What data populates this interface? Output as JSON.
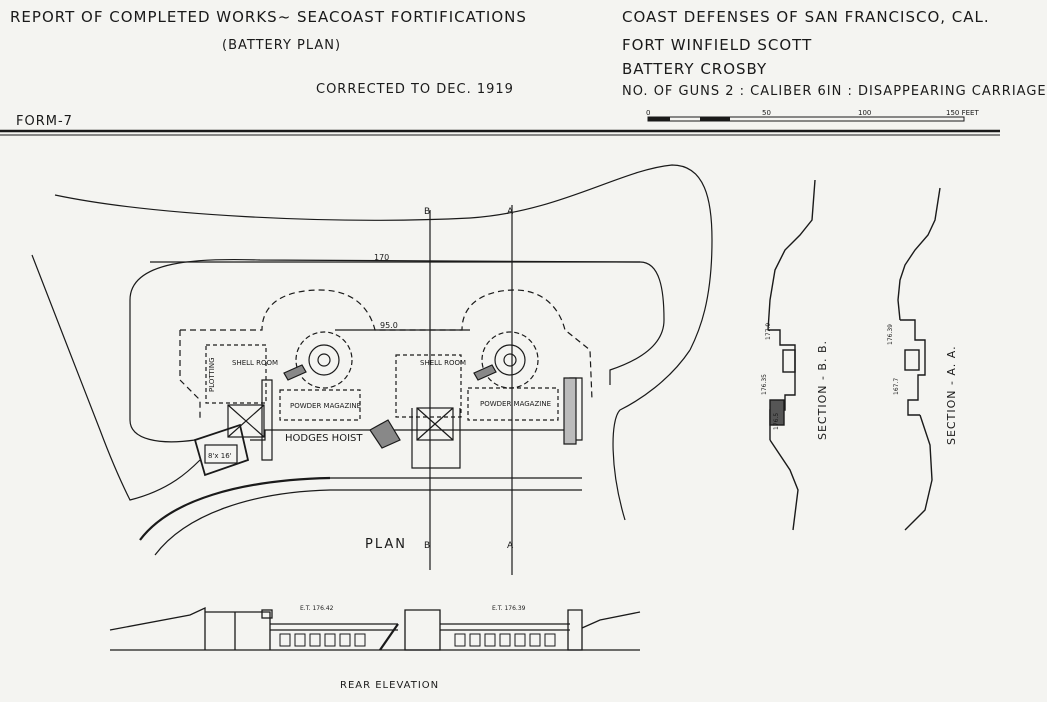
{
  "header": {
    "report_title": "REPORT OF COMPLETED WORKS~ SEACOAST FORTIFICATIONS",
    "plan_type": "(BATTERY PLAN)",
    "corrected": "CORRECTED TO DEC. 1919",
    "form": "FORM-7",
    "defenses": "COAST DEFENSES OF SAN FRANCISCO, CAL.",
    "fort": "FORT WINFIELD SCOTT",
    "battery": "BATTERY CROSBY",
    "guns": "NO. OF GUNS 2 : CALIBER 6IN : DISAPPEARING CARRIAGE"
  },
  "scale_bar": {
    "labels": [
      "0",
      "50",
      "100",
      "150 FEET"
    ]
  },
  "plan": {
    "title": "PLAN",
    "section_marks": [
      "B",
      "A",
      "B",
      "A"
    ],
    "elevation_170": "170",
    "dimension_95": "95.0",
    "hoist_label": "HODGES HOIST",
    "room_label_left": "8'x 16'",
    "rooms": [
      "PLOTTING",
      "SHELL ROOM",
      "POWDER MAGAZINE",
      "SHELL ROOM",
      "POWDER MAGAZINE"
    ]
  },
  "sections": {
    "bb": {
      "title": "SECTION - B. B.",
      "elevations": [
        "177.9",
        "176.35",
        "176.5"
      ]
    },
    "aa": {
      "title": "SECTION - A. A.",
      "elevations": [
        "176.39",
        "167.7"
      ]
    }
  },
  "elevation": {
    "title": "REAR ELEVATION",
    "labels": [
      "E.T. 176.42",
      "E.T. 176.39"
    ]
  }
}
